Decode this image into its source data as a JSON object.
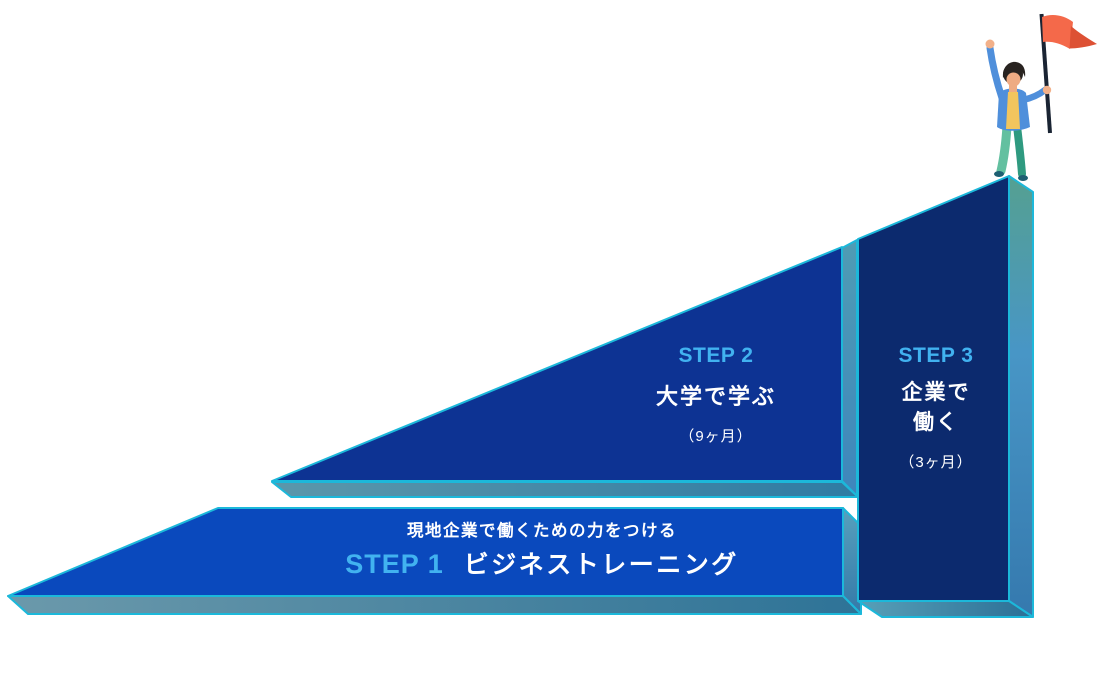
{
  "diagram": {
    "type": "step-staircase",
    "steps": [
      {
        "label": "STEP 1",
        "subtitle": "現地企業で働くための力をつける",
        "title": "ビジネストレーニング"
      },
      {
        "label": "STEP 2",
        "title": "大学で学ぶ",
        "duration": "（9ヶ月）"
      },
      {
        "label": "STEP 3",
        "title_line1": "企業で",
        "title_line2": "働く",
        "duration": "（3ヶ月）"
      }
    ],
    "icons": {
      "flag": "goal-flag-icon",
      "person": "person-climber"
    },
    "colors": {
      "step1_face": "#0a49bd",
      "step2_face": "#0d3393",
      "step3_face": "#0c2a6e",
      "edge_cyan": "#1cb8da",
      "label_accent": "#41b2f0",
      "text": "#ffffff",
      "flag": "#f4694a",
      "flag_fold": "#dd5134",
      "jacket": "#4f8fdb",
      "shirt": "#f2c55e",
      "pants_front": "#63c0a0",
      "pants_back": "#2f9a80"
    }
  }
}
